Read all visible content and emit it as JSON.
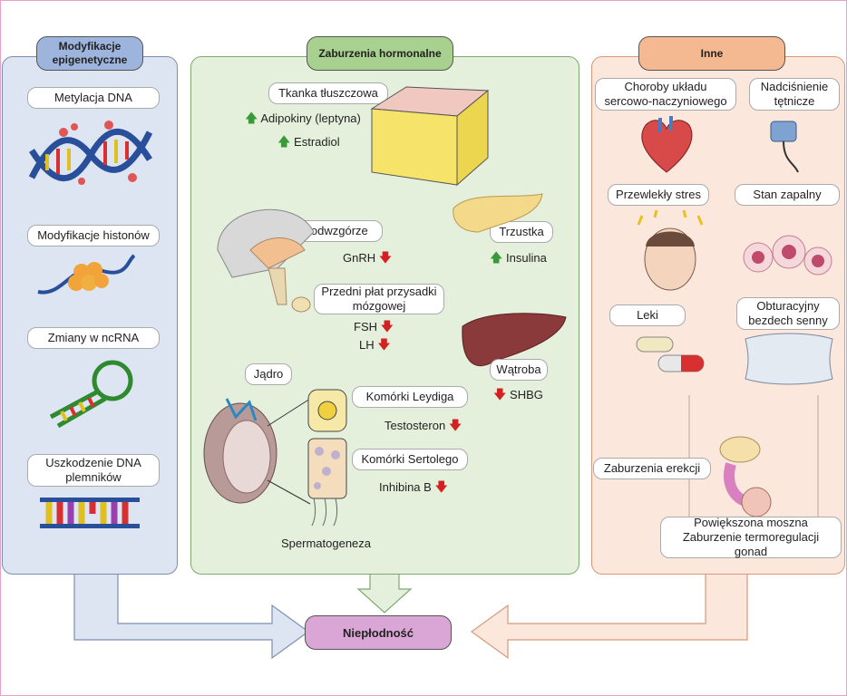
{
  "columns": {
    "left": {
      "header": "Modyfikacje epigenetyczne",
      "items": [
        "Metylacja DNA",
        "Modyfikacje histonów",
        "Zmiany w ncRNA",
        "Uszkodzenie DNA plemników"
      ]
    },
    "middle": {
      "header": "Zaburzenia hormonalne",
      "adipose": {
        "label": "Tkanka tłuszczowa",
        "adipokines": "Adipokiny (leptyna)",
        "estradiol": "Estradiol"
      },
      "hypothalamus": {
        "label": "Podwzgórze",
        "gnrh": "GnRH"
      },
      "pancreas": {
        "label": "Trzustka",
        "insulin": "Insulina"
      },
      "pituitary": {
        "label": "Przedni płat przysadki mózgowej",
        "fsh": "FSH",
        "lh": "LH"
      },
      "liver": {
        "label": "Wątroba",
        "shbg": "SHBG"
      },
      "testis": {
        "label": "Jądro"
      },
      "leydig": {
        "label": "Komórki Leydiga",
        "testosterone": "Testosteron"
      },
      "sertoli": {
        "label": "Komórki Sertolego",
        "inhibin": "Inhibina B"
      },
      "spermatogenesis": "Spermatogeneza"
    },
    "right": {
      "header": "Inne",
      "items": [
        "Choroby układu sercowo-naczyniowego",
        "Nadciśnienie tętnicze",
        "Przewlekły stres",
        "Stan zapalny",
        "Leki",
        "Obturacyjny bezdech senny",
        "Zaburzenia erekcji"
      ],
      "scrotum": {
        "line1": "Powiększona moszna",
        "line2": "Zaburzenie termoregulacji gonad"
      }
    }
  },
  "outcome": "Niepłodność",
  "colors": {
    "blue_panel": "#dde5f3",
    "green_panel": "#e4f0dc",
    "orange_panel": "#fbe7dc",
    "outcome": "#d9a6d6"
  }
}
